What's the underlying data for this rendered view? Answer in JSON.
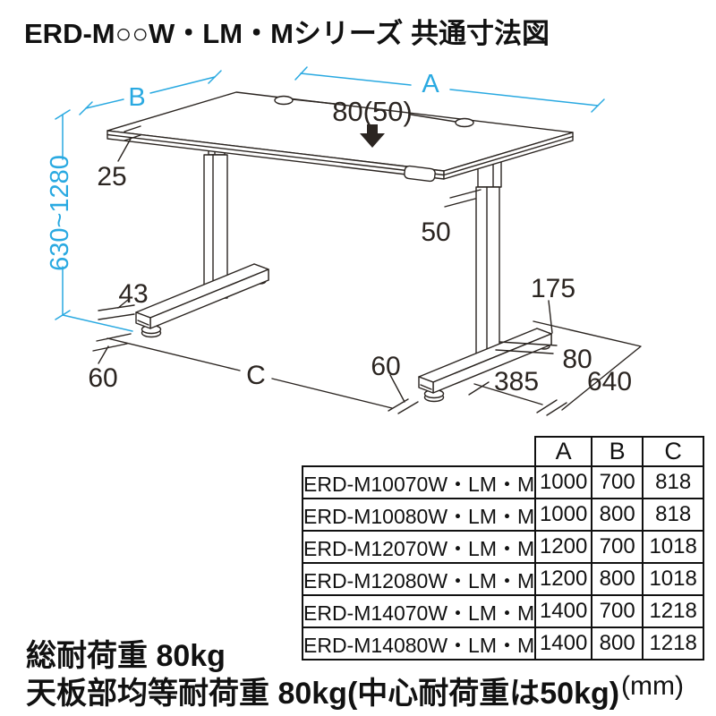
{
  "title": "ERD-M○○W・LM・Mシリーズ 共通寸法図",
  "diagram": {
    "colors": {
      "dimension_accent": "#29a9e1",
      "line_art": "#2b2521"
    },
    "dims": {
      "width_label": "A",
      "depth_label": "B",
      "foot_span_label": "C",
      "height_range": "630~1280",
      "top_thickness": "25",
      "grommet": "80(50)",
      "column_width": "50",
      "foot_height": "43",
      "adjuster_left": "60",
      "adjuster_right": "60",
      "foot_rear_length": "175",
      "foot_rear_width": "80",
      "foot_inner_depth": "385",
      "foot_total_depth": "640"
    }
  },
  "spec_table": {
    "columns": [
      "A",
      "B",
      "C"
    ],
    "rows": [
      {
        "model": "ERD-M10070W・LM・M",
        "a": "1000",
        "b": "700",
        "c": "818"
      },
      {
        "model": "ERD-M10080W・LM・M",
        "a": "1000",
        "b": "800",
        "c": "818"
      },
      {
        "model": "ERD-M12070W・LM・M",
        "a": "1200",
        "b": "700",
        "c": "1018"
      },
      {
        "model": "ERD-M12080W・LM・M",
        "a": "1200",
        "b": "800",
        "c": "1018"
      },
      {
        "model": "ERD-M14070W・LM・M",
        "a": "1400",
        "b": "700",
        "c": "1218"
      },
      {
        "model": "ERD-M14080W・LM・M",
        "a": "1400",
        "b": "800",
        "c": "1218"
      }
    ]
  },
  "notes": {
    "total_load": "総耐荷重 80kg",
    "surface_load": "天板部均等耐荷重 80kg(中心耐荷重は50kg)",
    "unit": "(mm)"
  }
}
